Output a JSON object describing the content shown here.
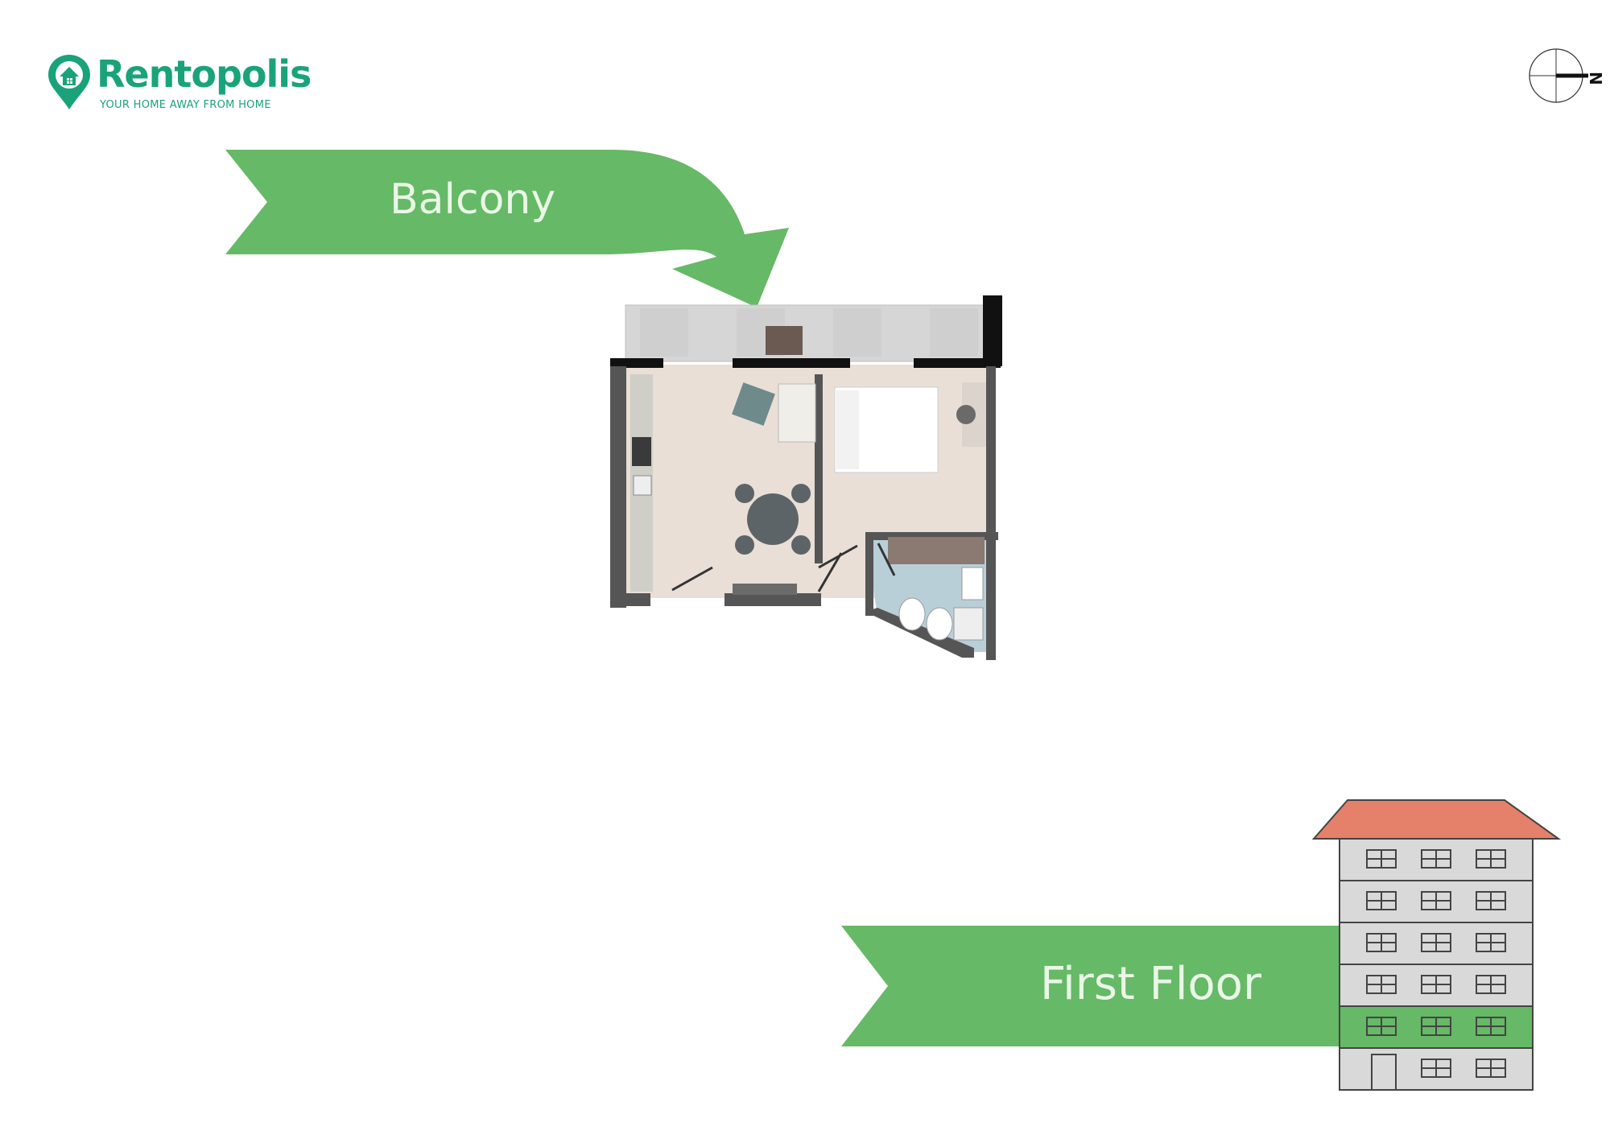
{
  "brand": {
    "name": "Rentopolis",
    "tagline": "YOUR HOME AWAY FROM HOME",
    "color": "#1aa37a"
  },
  "compass": {
    "north_letter": "N"
  },
  "labels": {
    "balcony": "Balcony",
    "floor": "First Floor"
  },
  "colors": {
    "banner_green": "#66b966",
    "roof": "#e5806a",
    "building": "#d9d9d9",
    "highlighted_floor": "#66b966",
    "wall": "#555555"
  },
  "building": {
    "floors": 6,
    "highlighted_floor_from_bottom": 2
  }
}
